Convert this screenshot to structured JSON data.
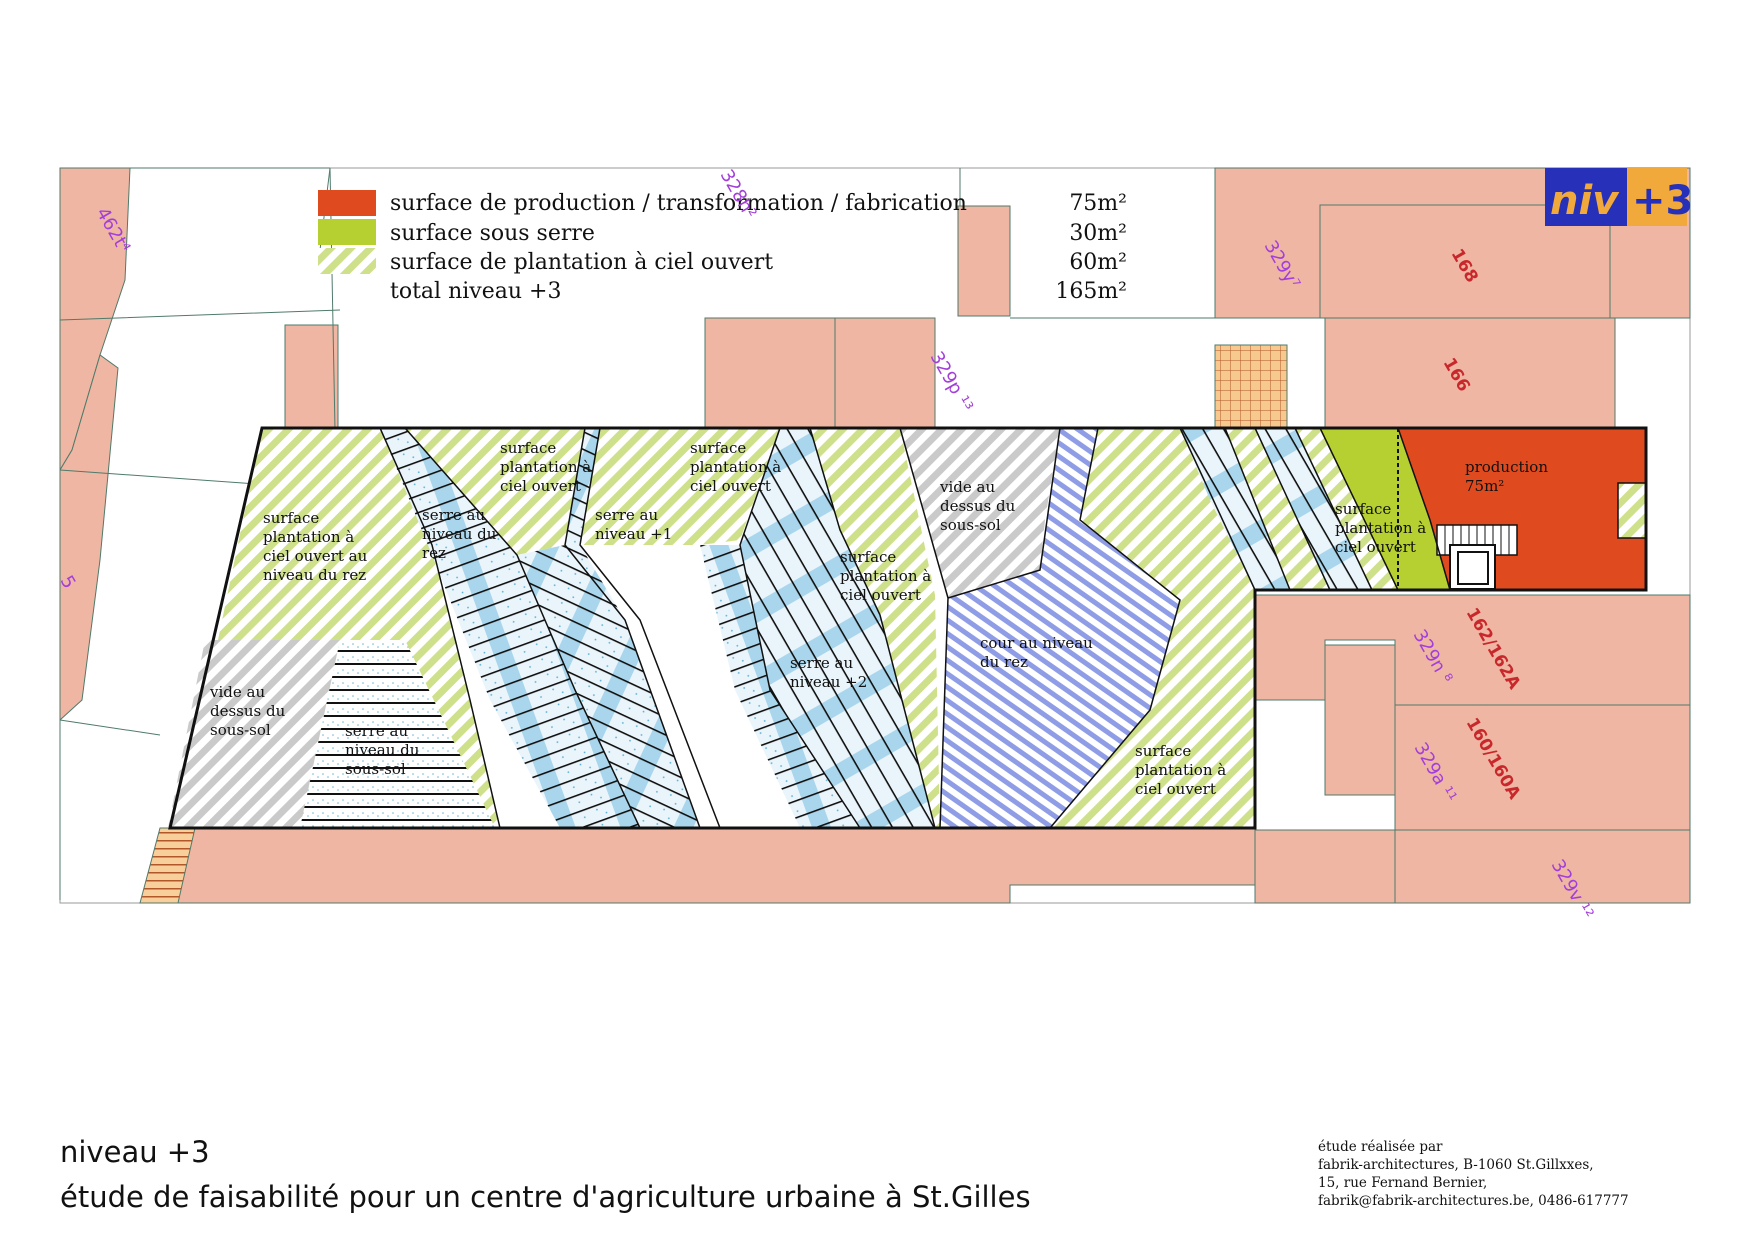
{
  "badge": {
    "prefix": "niv",
    "suffix": "+3"
  },
  "legend": [
    {
      "label": "surface de production / transformation / fabrication",
      "value": "75m²",
      "swatch": "#e04a1f"
    },
    {
      "label": "surface sous serre",
      "value": "30m²",
      "swatch": "#b7d031"
    },
    {
      "label": "surface de plantation à ciel ouvert",
      "value": "60m²",
      "swatch": "hatch-green"
    },
    {
      "label": "total niveau +3",
      "value": "165m²",
      "swatch": "none"
    }
  ],
  "zones": {
    "plantation_rez": [
      "surface",
      "plantation à",
      "ciel ouvert au",
      "niveau du rez"
    ],
    "plantation_1": [
      "surface",
      "plantation à",
      "ciel ouvert"
    ],
    "plantation_2": [
      "surface",
      "plantation à",
      "ciel ouvert"
    ],
    "plantation_3": [
      "surface",
      "plantation à",
      "ciel ouvert"
    ],
    "plantation_4": [
      "surface",
      "plantation à",
      "ciel ouvert"
    ],
    "plantation_5": [
      "surface",
      "plantation à",
      "ciel ouvert"
    ],
    "serre_rez": [
      "serre au",
      "niveau du",
      "rez"
    ],
    "serre_1": [
      "serre au",
      "niveau +1"
    ],
    "serre_2": [
      "serre au",
      "niveau +2"
    ],
    "serre_sous_sol": [
      "serre au",
      "niveau du",
      "sous-sol"
    ],
    "vide_sous_sol_1": [
      "vide au",
      "dessus du",
      "sous-sol"
    ],
    "vide_sous_sol_2": [
      "vide au",
      "dessus du",
      "sous-sol"
    ],
    "cour": [
      "cour au niveau",
      "du rez"
    ],
    "production": [
      "production",
      "75m²"
    ]
  },
  "parcels": {
    "p462t": "462t⁴",
    "p328": "328h²",
    "p329y": "329y⁷",
    "p329p": "329p ¹³",
    "p329n": "329n ⁸",
    "p329a": "329a ¹¹",
    "p329v": "329v ¹²",
    "p5": "5"
  },
  "house_numbers": {
    "n168": "168",
    "n166": "166",
    "n162": "162/162A",
    "n160": "160/160A"
  },
  "footer": {
    "level": "niveau +3",
    "title": "étude de faisabilité pour un centre d'agriculture urbaine à St.Gilles"
  },
  "credits": [
    "étude réalisée par",
    "fabrik-architectures, B-1060 St.Gillxxes,",
    "15, rue Fernand Bernier,",
    "fabrik@fabrik-architectures.be,  0486-617777"
  ],
  "colors": {
    "neighbour": "#efb6a3",
    "production": "#e04a1f",
    "greenhouse_green": "#b7d031",
    "hatch_green": "#cfe08a",
    "serre_blue": "#a9d6ec",
    "cour_blue": "#8f9de6",
    "vide_grey": "#c8c8c8",
    "badge_blue": "#2630b8",
    "badge_orange": "#f0a93a",
    "parcel_violet": "#a33fd9",
    "house_red": "#c8282b"
  }
}
